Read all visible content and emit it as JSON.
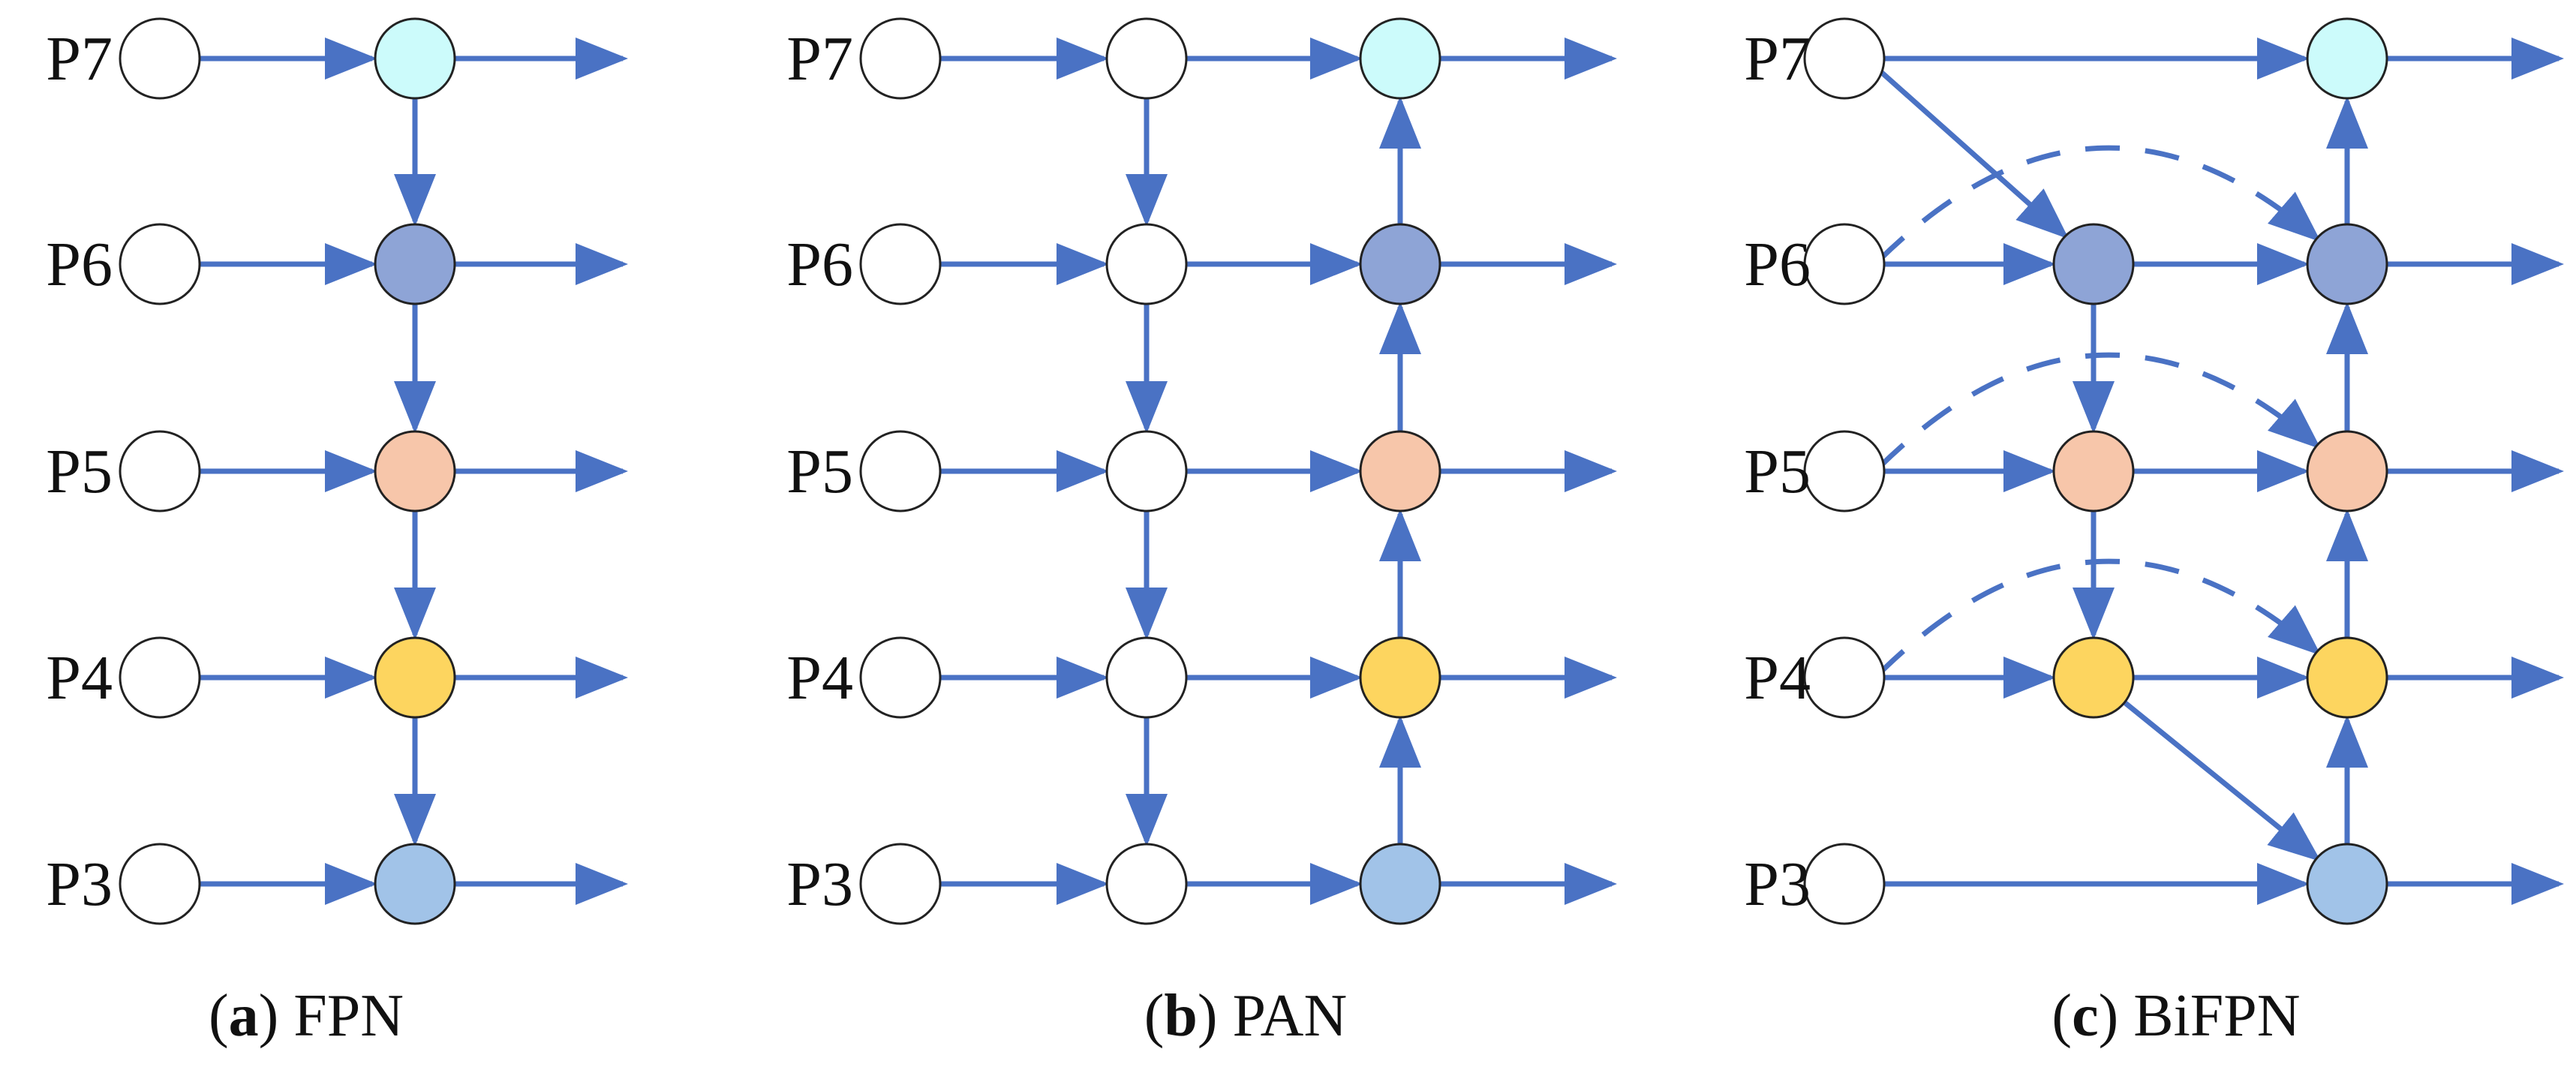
{
  "colors": {
    "edge": "#4a72c4",
    "node_stroke": "#222222",
    "input": "#ffffff",
    "p7": "#ccfbfb",
    "p6": "#8ea4d6",
    "p5": "#f7c6aa",
    "p4": "#fdd55f",
    "p3": "#a1c3e8"
  },
  "levels": [
    "P7",
    "P6",
    "P5",
    "P4",
    "P3"
  ],
  "panels": [
    {
      "id": "fpn",
      "caption_letter": "a",
      "caption_name": "FPN"
    },
    {
      "id": "pan",
      "caption_letter": "b",
      "caption_name": "PAN"
    },
    {
      "id": "bifpn",
      "caption_letter": "c",
      "caption_name": "BiFPN"
    }
  ],
  "caption_paren_open": "(",
  "caption_paren_close": ")"
}
